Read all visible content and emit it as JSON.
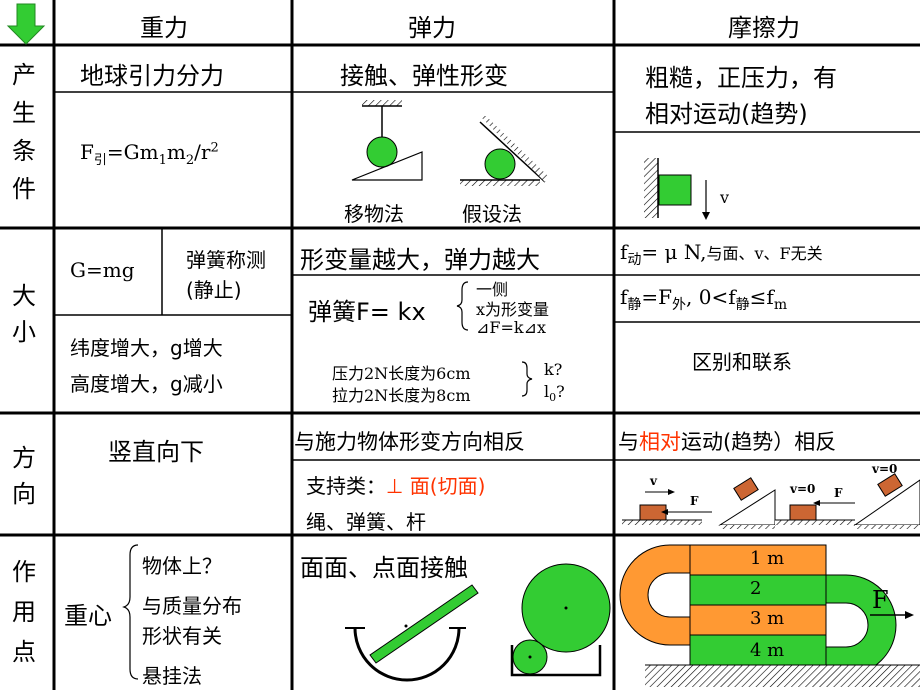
{
  "header": {
    "arrow_icon": "down-arrow-icon",
    "gravity": "重力",
    "elastic": "弹力",
    "friction": "摩擦力"
  },
  "rows": {
    "condition": {
      "label_1": "产",
      "label_2": "生",
      "label_3": "条",
      "label_4": "件"
    },
    "size": {
      "label_1": "大",
      "label_2": "小"
    },
    "direction": {
      "label_1": "方",
      "label_2": "向"
    },
    "point": {
      "label_1": "作",
      "label_2": "用",
      "label_3": "点"
    }
  },
  "gravity": {
    "cond_title": "地球引力分力",
    "formula_F": "F",
    "formula_sub": "引",
    "formula_rest1": "=Gm",
    "formula_sub1": "1",
    "formula_rest2": "m",
    "formula_sub2": "2",
    "formula_rest3": "/r",
    "formula_sup": "2",
    "size_formula": "G=mg",
    "spring_measure_1": "弹簧称测",
    "spring_measure_2": "(静止)",
    "latitude": "纬度增大，g增大",
    "altitude": "高度增大，g减小",
    "direction": "竖直向下",
    "center_of_gravity": "重心",
    "cog_item_1": "物体上？",
    "cog_item_2": "与质量分布",
    "cog_item_3": "形状有关",
    "cog_item_4": "悬挂法"
  },
  "elastic": {
    "cond_title": "接触、弹性形变",
    "method_move": "移物法",
    "method_assume": "假设法",
    "size_title": "形变量越大，弹力越大",
    "hooke": "弹簧F= kx",
    "hooke_note_1": "一侧",
    "hooke_note_2": "x为形变量",
    "hooke_note_3": "⊿F=k⊿x",
    "q1": "压力2N长度为6cm",
    "q2": "拉力2N长度为8cm",
    "q_k": "k?",
    "q_l": "l",
    "q_l_sub": "0",
    "q_l_rest": "?",
    "direction_title": "与施力物体形变方向相反",
    "support_prefix": "支持类：",
    "support_red": "⊥ 面(切面)",
    "rope": "绳、弹簧、杆",
    "contact": "面面、点面接触"
  },
  "friction": {
    "cond_1": "粗糙，正压力，有",
    "cond_2": "相对运动(趋势)",
    "v_label": "v",
    "dyn_f": "f",
    "dyn_sub": "动",
    "dyn_rest": "= μ N,",
    "dyn_tail": "与面、v、F无关",
    "st_f": "f",
    "st_sub": "静",
    "st_mid": "=F",
    "st_sub2": "外",
    "st_rest": ", 0<f",
    "st_sub3": "静",
    "st_rest2": "≤f",
    "st_sub4": "m",
    "distinguish": "区别和联系",
    "dir_prefix": "与",
    "dir_red": "相对",
    "dir_rest": "运动(趋势）相反",
    "demo_v": "v",
    "demo_F": "F",
    "demo_v0": "v=0",
    "demo_F2": "F",
    "demo_v0b": "v=0",
    "block_1": "1  m",
    "block_2": "2",
    "block_3": "3  m",
    "block_4": "4  m",
    "force_F": "F"
  },
  "colors": {
    "green": "#33cc33",
    "orange": "#ff9933",
    "red": "#ff3300",
    "brick": "#cc6633",
    "border": "#000000"
  }
}
